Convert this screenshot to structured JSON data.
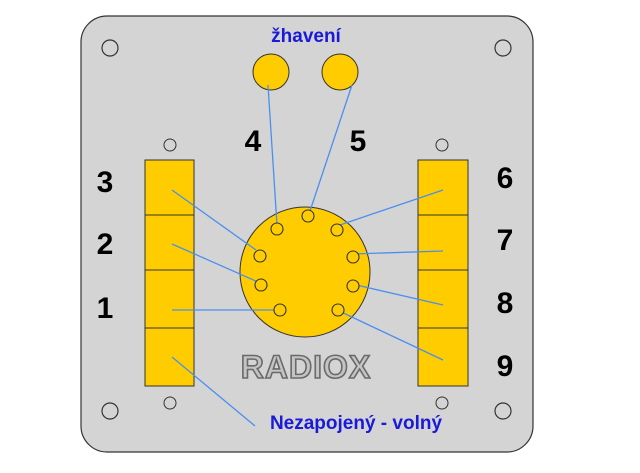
{
  "labels": {
    "heater": "žhavení",
    "unconnected": "Nezapojený - volný",
    "brand": "RADIOX"
  },
  "pins": {
    "p1": "1",
    "p2": "2",
    "p3": "3",
    "p4": "4",
    "p5": "5",
    "p6": "6",
    "p7": "7",
    "p8": "8",
    "p9": "9"
  },
  "colors": {
    "plate": "#d4d4d4",
    "pad": "#ffcc00",
    "wire": "#4a8ff0",
    "label_blue": "#1a1ad9"
  }
}
